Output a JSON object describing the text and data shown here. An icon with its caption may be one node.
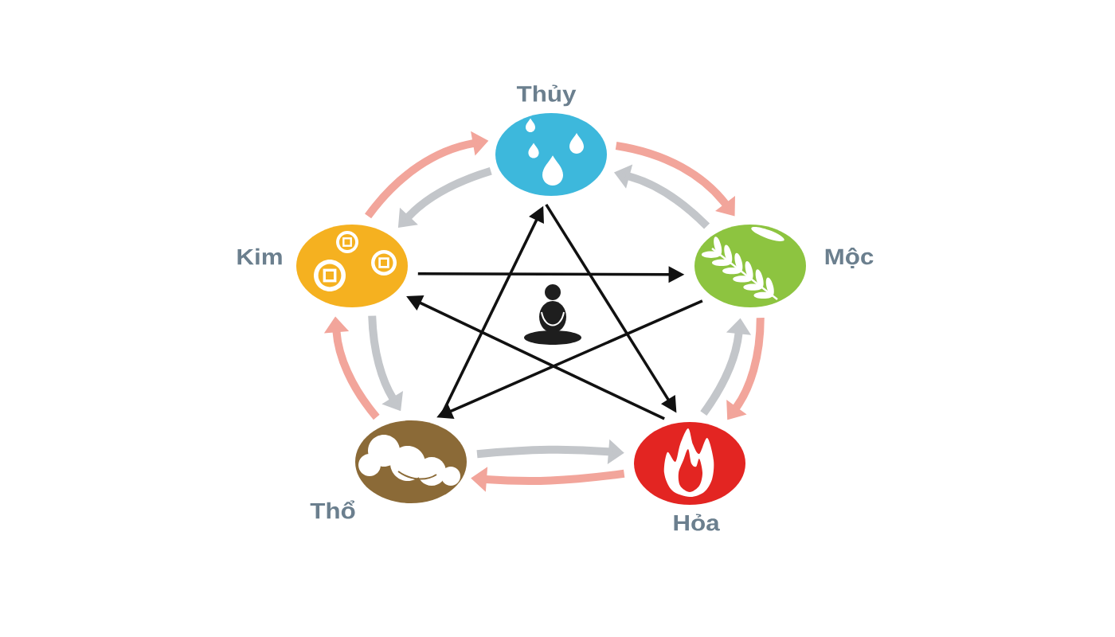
{
  "diagram": {
    "nodes": [
      {
        "text": [
          "Thủy"
        ]
      },
      {
        "text": [
          "Kim"
        ]
      },
      {
        "text": [
          "Mộc"
        ]
      },
      {
        "text": [
          "Thổ"
        ]
      },
      {
        "text": [
          "Hỏa"
        ]
      }
    ],
    "edges": [
      {
        "from": 1,
        "to": 0,
        "arrow": "to",
        "color": "#f2a59b"
      },
      {
        "from": 0,
        "to": 2,
        "arrow": "to",
        "color": "#f2a59b"
      },
      {
        "from": 2,
        "to": 4,
        "arrow": "to",
        "color": "#f2a59b"
      },
      {
        "from": 4,
        "to": 3,
        "arrow": "to",
        "color": "#f2a59b"
      },
      {
        "from": 3,
        "to": 1,
        "arrow": "to",
        "color": "#f2a59b"
      },
      {
        "from": 0,
        "to": 1,
        "arrow": "to",
        "color": "#c3c6ca"
      },
      {
        "from": 2,
        "to": 0,
        "arrow": "to",
        "color": "#c3c6ca"
      },
      {
        "from": 4,
        "to": 2,
        "arrow": "to",
        "color": "#c3c6ca"
      },
      {
        "from": 3,
        "to": 4,
        "arrow": "to",
        "color": "#c3c6ca"
      },
      {
        "from": 1,
        "to": 3,
        "arrow": "to",
        "color": "#c3c6ca"
      },
      {
        "from": 1,
        "to": 2,
        "arrow": "to",
        "color": "#111111"
      },
      {
        "from": 2,
        "to": 3,
        "arrow": "to",
        "color": "#111111"
      },
      {
        "from": 3,
        "to": 0,
        "arrow": "to",
        "color": "#111111"
      },
      {
        "from": 0,
        "to": 4,
        "arrow": "to",
        "color": "#111111"
      },
      {
        "from": 4,
        "to": 1,
        "arrow": "to",
        "color": "#111111"
      }
    ]
  }
}
